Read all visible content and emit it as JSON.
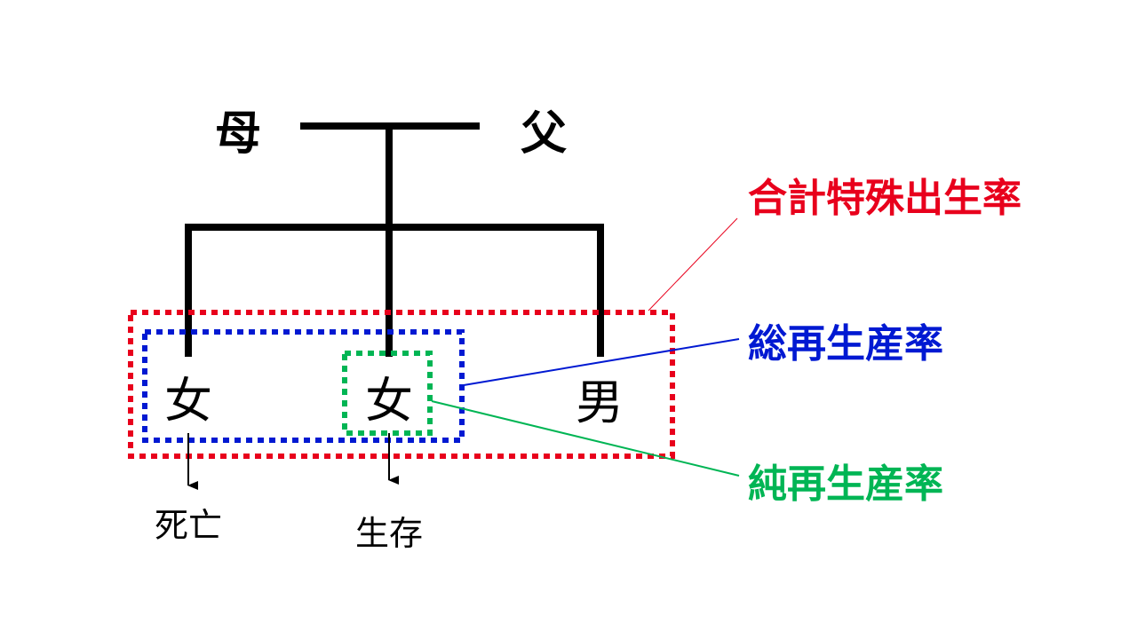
{
  "parents": {
    "mother": "母",
    "father": "父"
  },
  "children": {
    "daughter_1": "女",
    "daughter_2": "女",
    "son": "男"
  },
  "outcomes": {
    "died": "死亡",
    "survived": "生存"
  },
  "metrics": {
    "total_fertility_rate": "合計特殊出生率",
    "gross_reproduction_rate": "総再生産率",
    "net_reproduction_rate": "純再生産率"
  },
  "colors": {
    "total_fertility_rate": "#e8001c",
    "gross_reproduction_rate": "#0019d2",
    "net_reproduction_rate": "#00b554",
    "lines": "#000000"
  }
}
